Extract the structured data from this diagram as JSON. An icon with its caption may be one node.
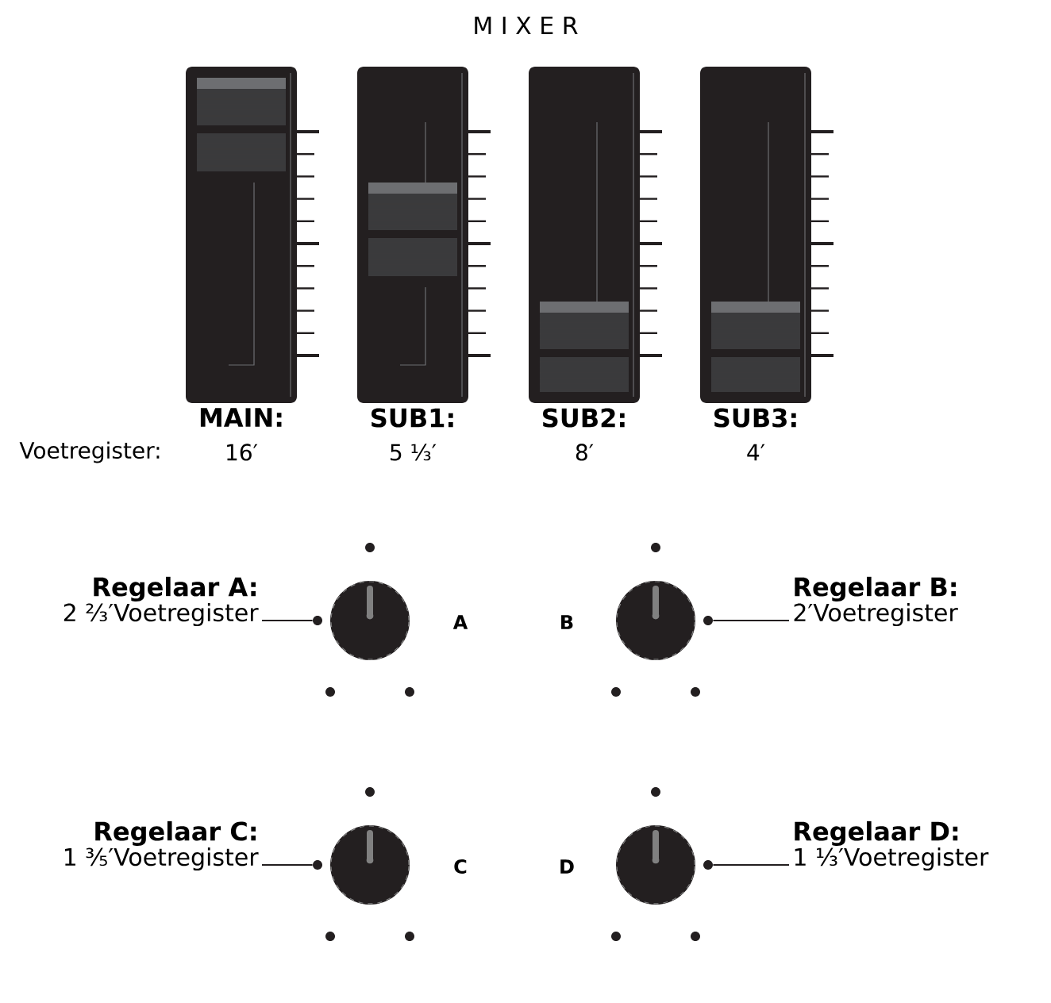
{
  "diagram": {
    "nodes": [
      {
        "text": [
          "Regelaar A:",
          "2 ⅔′Voetregister"
        ]
      },
      {
        "text": [],
        "shape": "circle"
      },
      {
        "text": [],
        "shape": "circle"
      },
      {
        "text": [
          "Regelaar B:",
          "2′Voetregister"
        ]
      },
      {
        "text": [
          "Regelaar C:",
          "1 ⅗′Voetregister"
        ]
      },
      {
        "text": [],
        "shape": "circle"
      },
      {
        "text": [],
        "shape": "circle"
      },
      {
        "text": [
          "Regelaar D:",
          "1 ⅓′Voetregister"
        ]
      }
    ],
    "edges": [
      {
        "from": 0,
        "to": 1,
        "arrow": "none"
      },
      {
        "from": 3,
        "to": 2,
        "arrow": "none"
      },
      {
        "from": 4,
        "to": 5,
        "arrow": "none"
      },
      {
        "from": 7,
        "to": 6,
        "arrow": "none"
      }
    ],
    "labels": [
      "M I X E R",
      "MAIN:",
      "SUB1:",
      "SUB2:",
      "SUB3:",
      "Voetregister:",
      "16′",
      "5 ⅓′",
      "8′",
      "4′",
      "A",
      "B",
      "C",
      "D"
    ]
  }
}
